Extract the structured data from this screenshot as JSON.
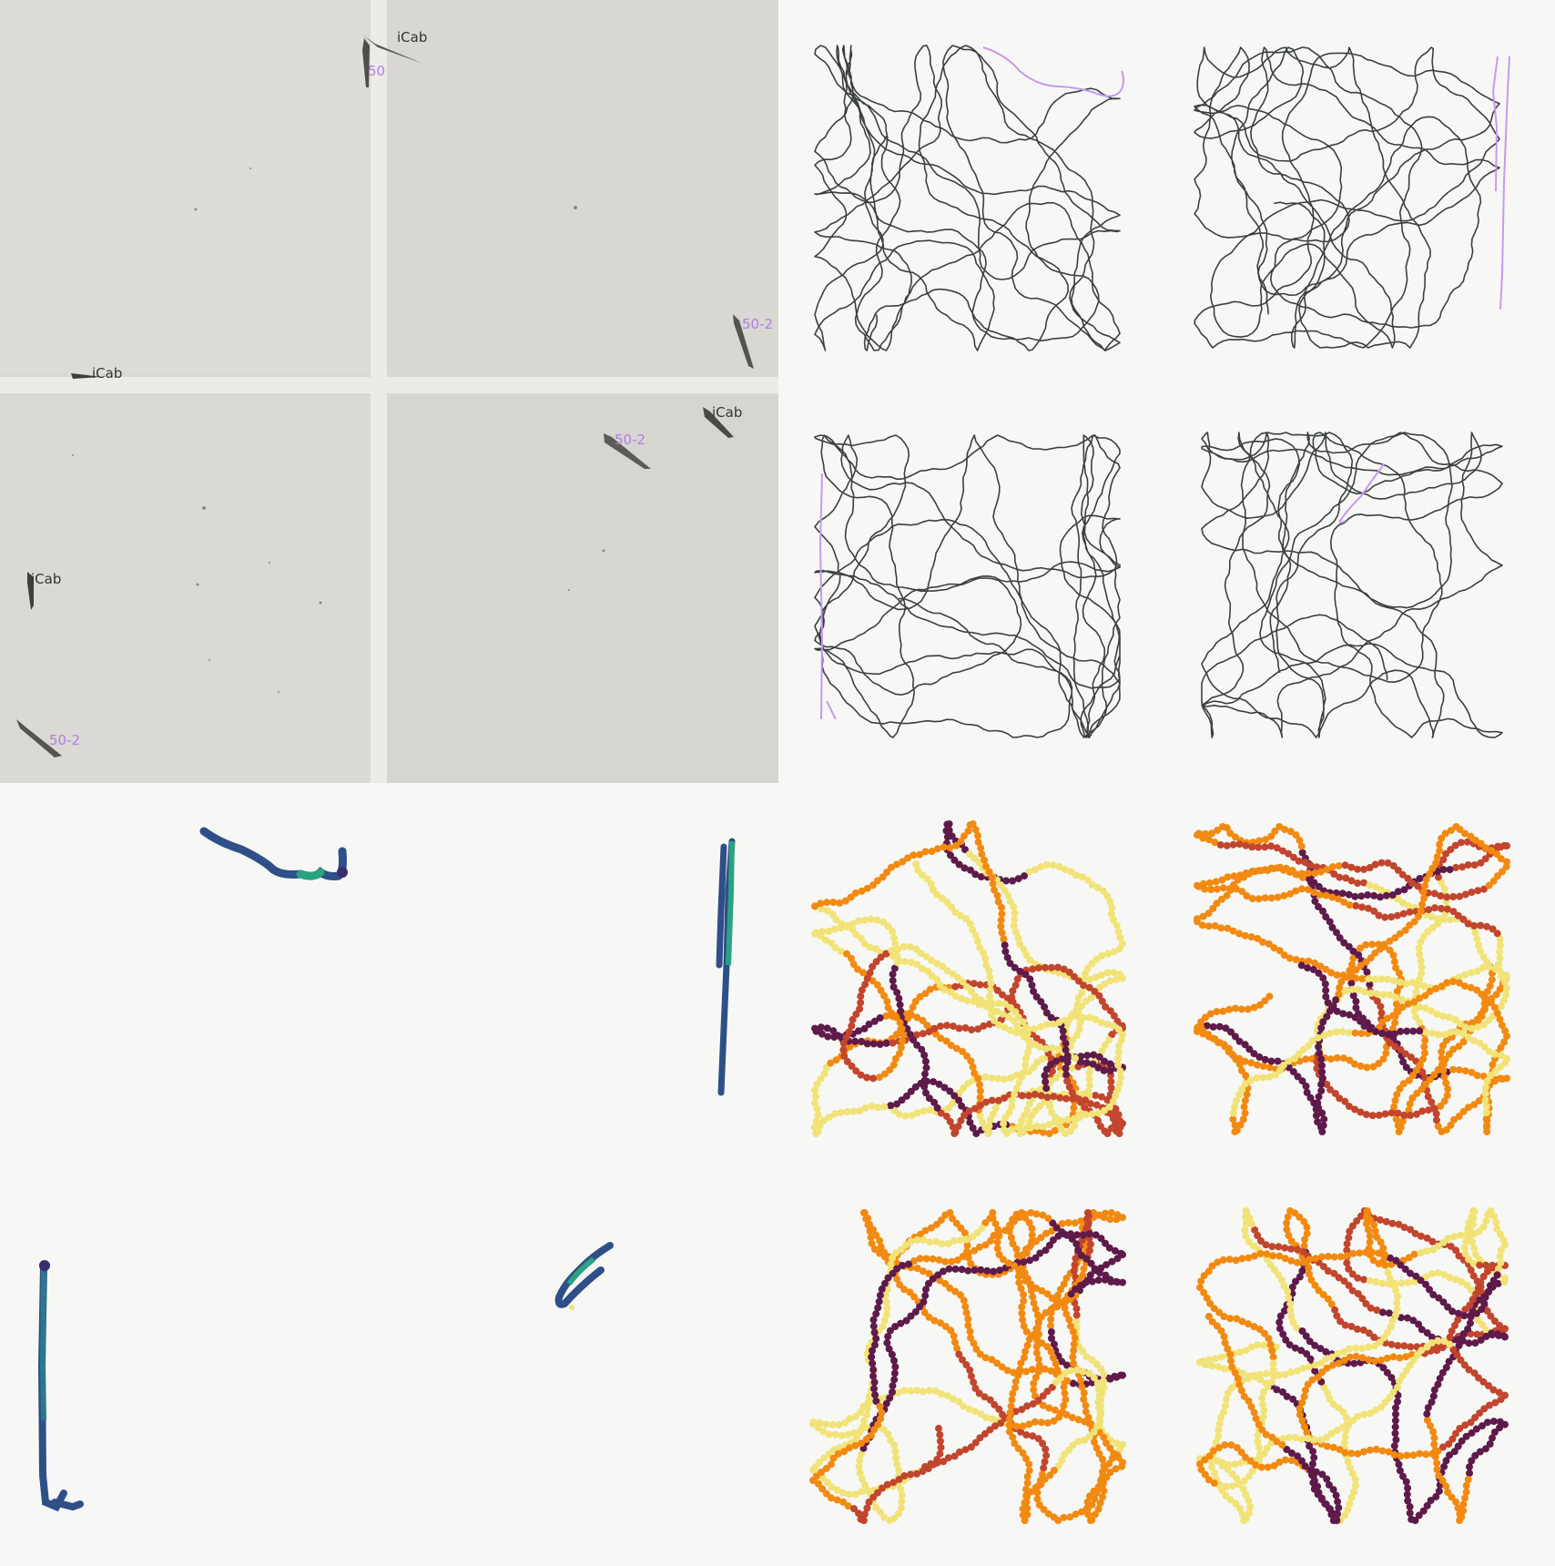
{
  "video_frame": {
    "fish_labels": [
      {
        "text": "iCab",
        "quadrant": "top-right",
        "color": "#333333"
      },
      {
        "text": "50",
        "quadrant": "top-right",
        "color": "#b27ee8"
      },
      {
        "text": "iCab",
        "quadrant": "top-left",
        "color": "#333333"
      },
      {
        "text": "50-2",
        "quadrant": "top-right",
        "color": "#b27ee8"
      },
      {
        "text": "iCab",
        "quadrant": "bottom-right",
        "color": "#333333"
      },
      {
        "text": "50-2",
        "quadrant": "bottom-right",
        "color": "#b27ee8"
      },
      {
        "text": "iCab",
        "quadrant": "bottom-left",
        "color": "#333333"
      },
      {
        "text": "50-2",
        "quadrant": "bottom-left",
        "color": "#b27ee8"
      }
    ]
  },
  "colors": {
    "background": "#f7f8f5",
    "tank_floor": "#d9d8d3",
    "divider": "#ecebe7",
    "trace_dark": "#3b3f42",
    "trace_purple": "#c59af0",
    "viridis": [
      "#3b2a6e",
      "#2f4f88",
      "#2a7a8c",
      "#2aa381"
    ],
    "inferno": [
      "#5e1a4a",
      "#c2452e",
      "#f28a12",
      "#f1e378"
    ]
  }
}
